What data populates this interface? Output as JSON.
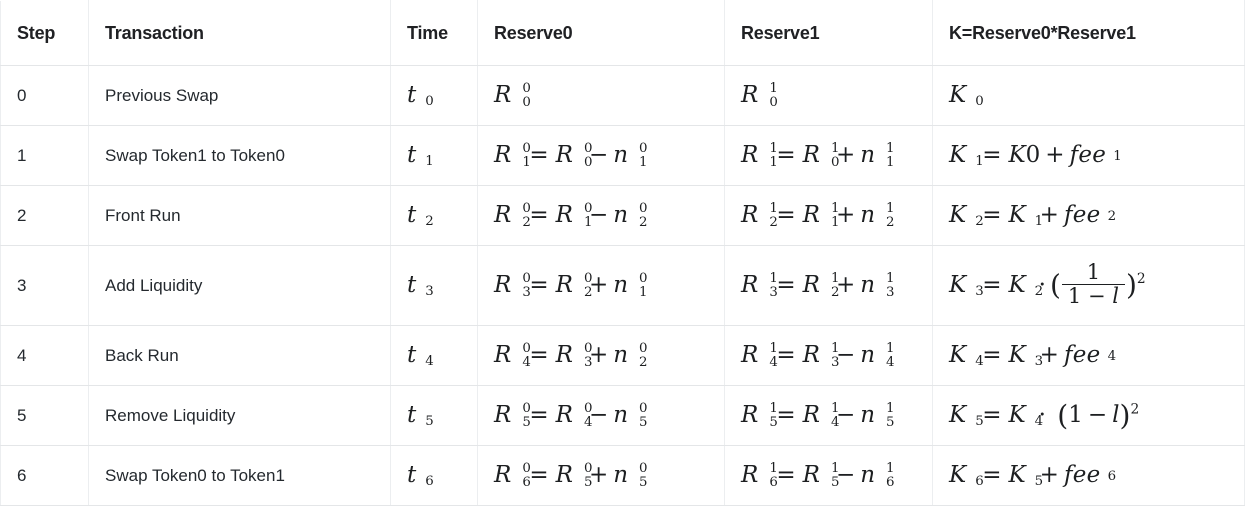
{
  "table": {
    "columns": [
      {
        "key": "step",
        "label": "Step"
      },
      {
        "key": "transaction",
        "label": "Transaction"
      },
      {
        "key": "time",
        "label": "Time"
      },
      {
        "key": "reserve0",
        "label": "Reserve0"
      },
      {
        "key": "reserve1",
        "label": "Reserve1"
      },
      {
        "key": "k",
        "label": "K=Reserve0*Reserve1"
      }
    ],
    "rows": [
      {
        "step": "0",
        "transaction": "Previous Swap",
        "time": "t_0",
        "reserve0": "R_0^0",
        "reserve1": "R_0^1",
        "k": "K_0"
      },
      {
        "step": "1",
        "transaction": "Swap Token1 to Token0",
        "time": "t_1",
        "reserve0": "R_1^0 = R_0^0 - n_1^0",
        "reserve1": "R_1^1 = R_0^1 + n_1^1",
        "k": "K_1 = K0 + fee_1"
      },
      {
        "step": "2",
        "transaction": "Front Run",
        "time": "t_2",
        "reserve0": "R_2^0 = R_1^0 - n_2^0",
        "reserve1": "R_2^1 = R_1^1 + n_2^1",
        "k": "K_2 = K_1 + fee_2"
      },
      {
        "step": "3",
        "transaction": "Add Liquidity",
        "time": "t_3",
        "reserve0": "R_3^0 = R_2^0 + n_1^0",
        "reserve1": "R_3^1 = R_2^1 + n_3^1",
        "k": "K_3 = K_2 * (1/(1-l))^2"
      },
      {
        "step": "4",
        "transaction": "Back Run",
        "time": "t_4",
        "reserve0": "R_4^0 = R_3^0 + n_2^0",
        "reserve1": "R_4^1 = R_3^1 - n_4^1",
        "k": "K_4 = K_3 + fee_4"
      },
      {
        "step": "5",
        "transaction": "Remove Liquidity",
        "time": "t_5",
        "reserve0": "R_5^0 = R_4^0 - n_5^0",
        "reserve1": "R_5^1 = R_4^1 - n_5^1",
        "k": "K_5 = K_4 * (1-l)^2"
      },
      {
        "step": "6",
        "transaction": "Swap Token0 to Token1",
        "time": "t_6",
        "reserve0": "R_6^0 = R_5^0 + n_5^0",
        "reserve1": "R_6^1 = R_5^1 - n_6^1",
        "k": "K_6 = K_5 + fee_6"
      }
    ]
  },
  "style": {
    "border_color": "#e4e6e8",
    "text_color": "#24292e",
    "background": "#ffffff"
  }
}
